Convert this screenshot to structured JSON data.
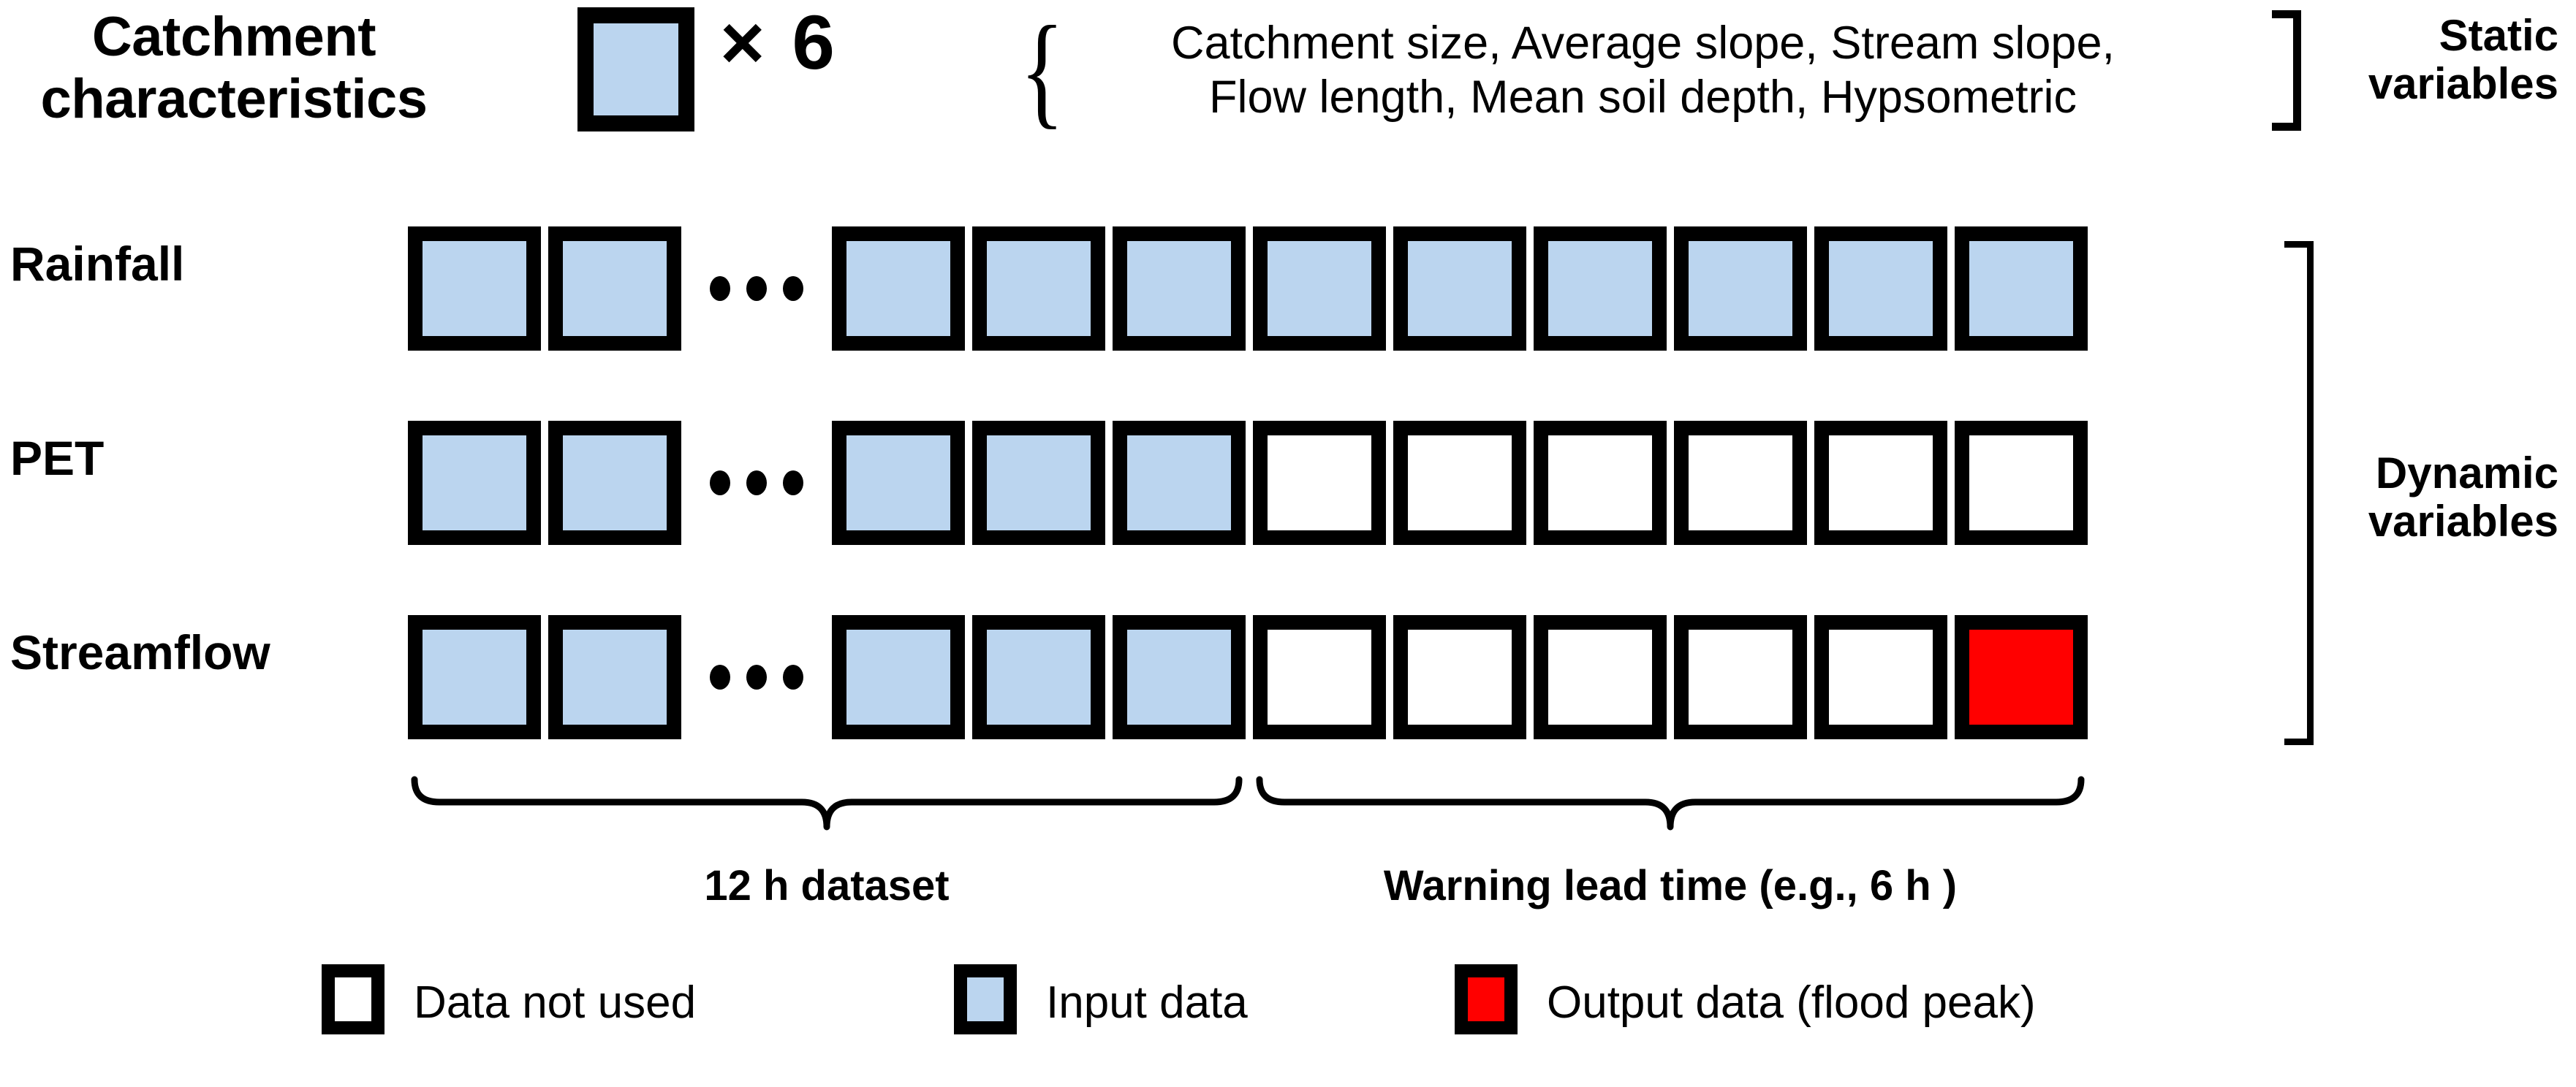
{
  "header": {
    "title": "Catchment characteristics",
    "multiplier": "× 6",
    "static_variables_line1": "Catchment size, Average slope, Stream slope,",
    "static_variables_line2": "Flow length, Mean soil depth, Hypsometric",
    "static_label_line1": "Static",
    "static_label_line2": "variables",
    "catchment_cell_fill": "blue"
  },
  "side": {
    "dynamic_label_line1": "Dynamic",
    "dynamic_label_line2": "variables"
  },
  "rows": [
    {
      "label": "Rainfall",
      "cells": [
        "blue",
        "blue",
        "blue",
        "blue",
        "blue",
        "blue",
        "blue",
        "blue",
        "blue",
        "blue",
        "blue"
      ]
    },
    {
      "label": "PET",
      "cells": [
        "blue",
        "blue",
        "blue",
        "blue",
        "blue",
        "white",
        "white",
        "white",
        "white",
        "white",
        "white"
      ]
    },
    {
      "label": "Streamflow",
      "cells": [
        "blue",
        "blue",
        "blue",
        "blue",
        "blue",
        "white",
        "white",
        "white",
        "white",
        "white",
        "red"
      ]
    }
  ],
  "ellipsis_after_cell_index": 2,
  "braces": [
    {
      "label": "12 h dataset",
      "covers_cells": [
        1,
        5
      ]
    },
    {
      "label": "Warning lead time (e.g., 6 h )",
      "covers_cells": [
        6,
        11
      ]
    }
  ],
  "legend": [
    {
      "swatch": "white",
      "label": "Data not used"
    },
    {
      "swatch": "blue",
      "label": "Input data"
    },
    {
      "swatch": "red",
      "label": "Output data (flood peak)"
    }
  ],
  "colors": {
    "input_blue": "#bbd5ef",
    "output_red": "#ff0000",
    "not_used_white": "#ffffff",
    "border_black": "#000000",
    "background": "#ffffff"
  }
}
